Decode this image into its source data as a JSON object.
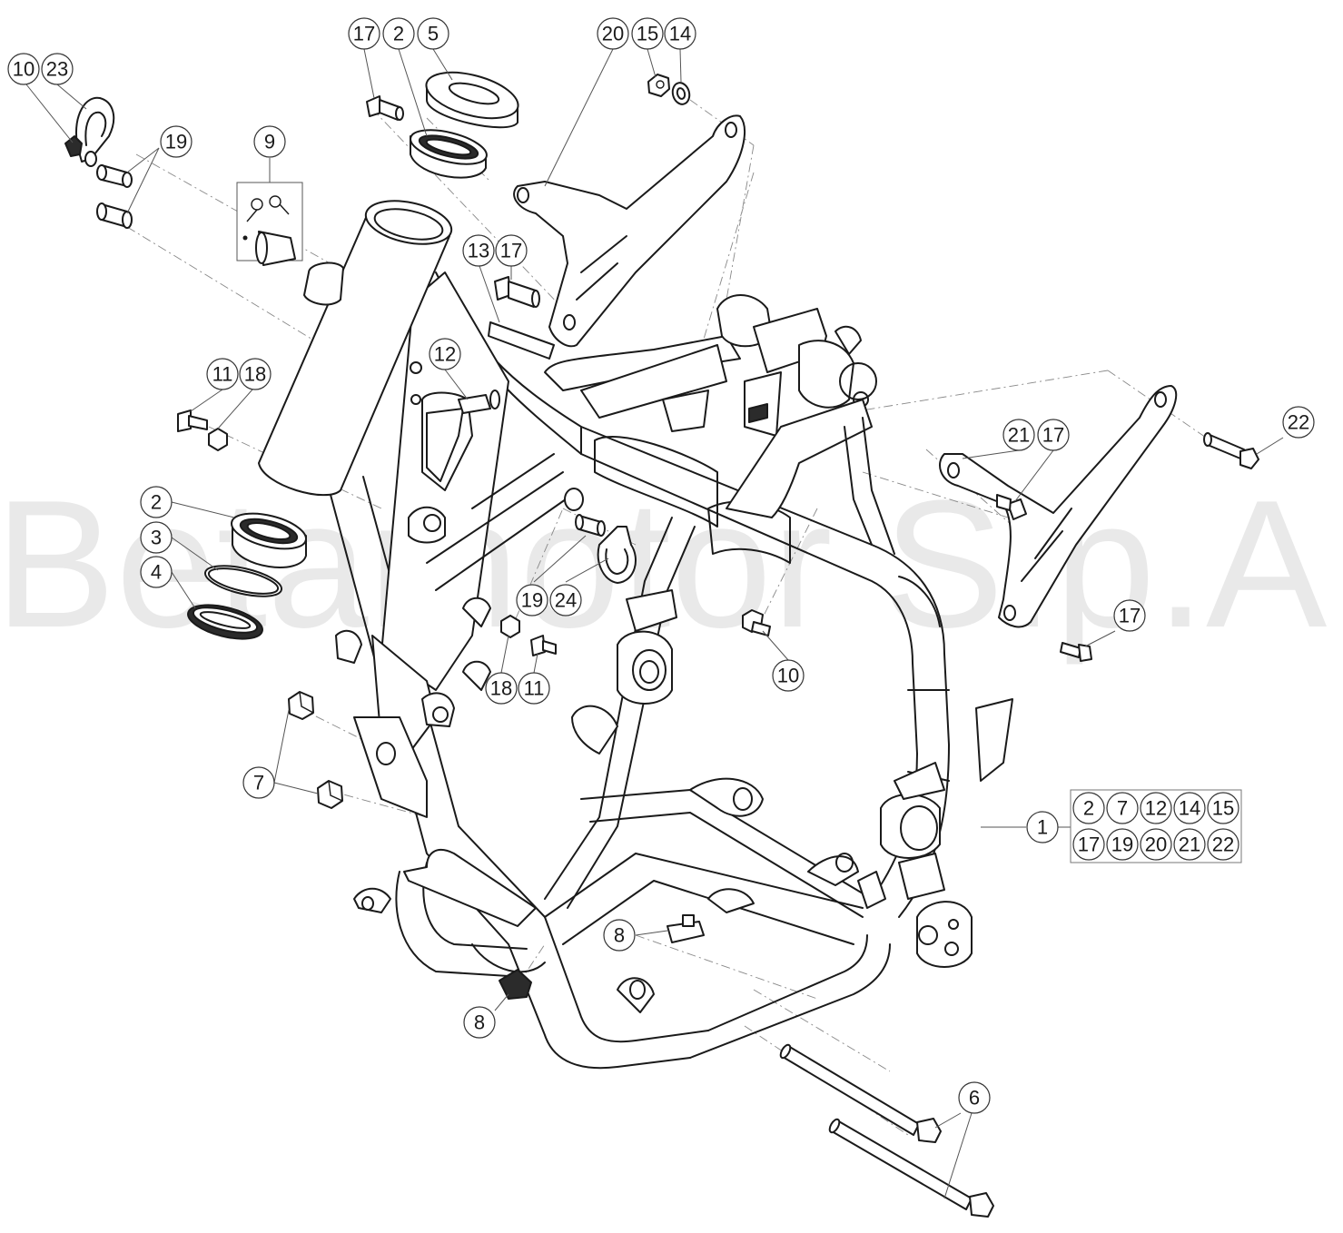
{
  "watermark": "Betamotor S.p.A.",
  "callouts": {
    "c1": "1",
    "c2a": "2",
    "c2b": "2",
    "c3": "3",
    "c4": "4",
    "c5": "5",
    "c6": "6",
    "c7": "7",
    "c8a": "8",
    "c8b": "8",
    "c9": "9",
    "c10a": "10",
    "c10b": "10",
    "c11a": "11",
    "c11b": "11",
    "c12": "12",
    "c13": "13",
    "c14": "14",
    "c15": "15",
    "c17a": "17",
    "c17b": "17",
    "c17c": "17",
    "c17d": "17",
    "c18a": "18",
    "c18b": "18",
    "c19a": "19",
    "c19b": "19",
    "c20": "20",
    "c21": "21",
    "c22": "22",
    "c23": "23",
    "c24": "24"
  },
  "kit": {
    "row1": [
      "2",
      "7",
      "12",
      "14",
      "15"
    ],
    "row2": [
      "17",
      "19",
      "20",
      "21",
      "22"
    ]
  }
}
